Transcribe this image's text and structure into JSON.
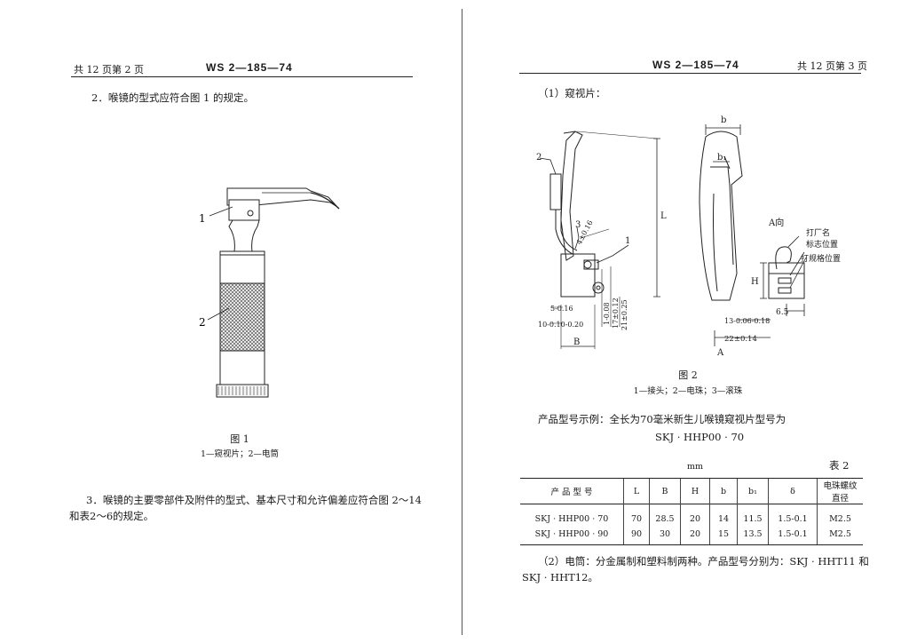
{
  "left_page": {
    "header_left": "共 12 页第 2 页",
    "header_code": "WS 2—185—74",
    "para1": "2．喉镜的型式应符合图 1 的规定。",
    "fig1_labels": [
      "1",
      "2"
    ],
    "fig1_title": "图  1",
    "fig1_caption": "1—窥视片；2—电筒",
    "para3_line1": "3．喉镜的主要零部件及附件的型式、基本尺寸和允许偏差应符合图 2～14",
    "para3_line2": "和表2～6的规定。"
  },
  "right_page": {
    "header_code": "WS 2—185—74",
    "header_right": "共 12 页第 3 页",
    "section1": "（1）窥视片：",
    "fig2": {
      "part_labels": [
        "2",
        "3",
        "1"
      ],
      "dim_labels": [
        "b",
        "b₁",
        "L",
        "4±0.16",
        "H",
        "6.5",
        "B",
        "A",
        "A向"
      ],
      "tol_labels": [
        "5-0.16",
        "10-0.10-0.20",
        "1-0.08",
        "17±0.12",
        "21±0.25",
        "13-0.06-0.18",
        "22±0.14"
      ],
      "annotations": [
        "打厂名",
        "标志位置",
        "打规格位置"
      ],
      "title": "图  2",
      "caption": "1—接头；2—电珠；3—滚珠"
    },
    "example_line1": "产品型号示例：全长为70毫米新生儿喉镜窥视片型号为",
    "example_line2": "SKJ · HHP00 · 70",
    "table_unit": "mm",
    "table_label": "表  2",
    "table": {
      "headers": [
        "产  品  型  号",
        "L",
        "B",
        "H",
        "b",
        "b₁",
        "δ",
        "电珠螺纹直径"
      ],
      "rows": [
        [
          "SKJ · HHP00 · 70",
          "70",
          "28.5",
          "20",
          "14",
          "11.5",
          "1.5-0.1",
          "M2.5"
        ],
        [
          "SKJ · HHP00 · 90",
          "90",
          "30",
          "20",
          "15",
          "13.5",
          "1.5-0.1",
          "M2.5"
        ]
      ]
    },
    "section2_line1": "（2）电筒：分金属制和塑料制两种。产品型号分别为：SKJ · HHT11 和",
    "section2_line2": "SKJ · HHT12。"
  }
}
